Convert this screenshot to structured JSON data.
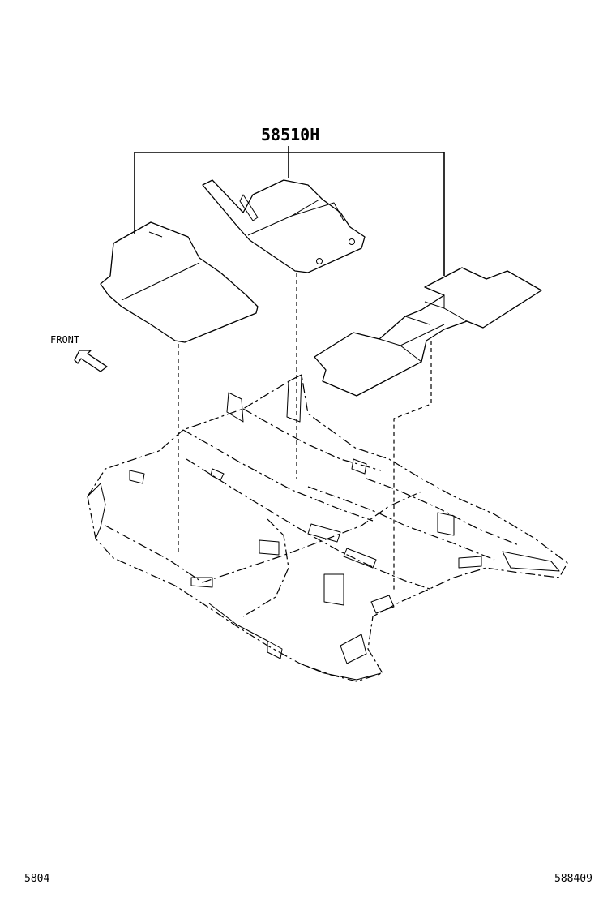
{
  "diagram": {
    "part_number": "58510H",
    "direction_label": "FRONT",
    "footer_left_code": "5804",
    "footer_right_code": "588409"
  }
}
